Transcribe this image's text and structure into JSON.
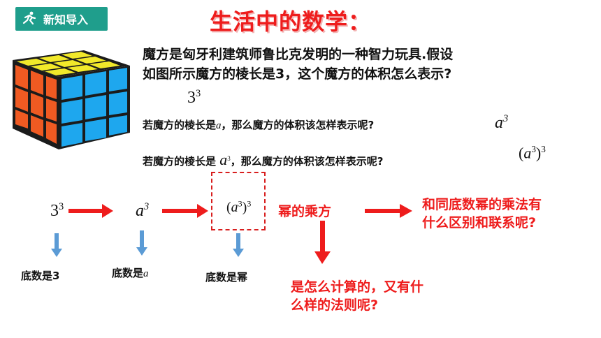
{
  "header": {
    "badge_label": "新知导入",
    "badge_icon": "runner-icon",
    "title": "生活中的数学："
  },
  "intro": {
    "line1": "魔方是匈牙利建筑师鲁比克发明的一种智力玩具.假设",
    "line2_a": "如图所示魔方的棱长是3，这个魔方的体积怎么表示?",
    "answer1_base": "3",
    "answer1_exp": "3"
  },
  "questions": {
    "q1_text": "若魔方的棱长是",
    "q1_var": "a",
    "q1_tail": "，那么魔方的体积该怎样表示呢?",
    "q1_ans_base": "a",
    "q1_ans_exp": "3",
    "q2_text": "若魔方的棱长是",
    "q2_base": "a",
    "q2_exp": "3",
    "q2_tail": "，那么魔方的体积该怎样表示呢?",
    "q2_ans_inner": "a",
    "q2_ans_inner_exp": "3",
    "q2_ans_outer_exp": "3"
  },
  "flow": {
    "e1_base": "3",
    "e1_exp": "3",
    "e2_base": "a",
    "e2_exp": "3",
    "e3_inner": "a",
    "e3_inner_exp": "3",
    "e3_outer_exp": "3",
    "power_of_power": "幂的乘方",
    "question_compare_1": "和同底数幂的乘法有",
    "question_compare_2": "什么区别和联系呢?",
    "question_rule_1": "是怎么计算的，又有什",
    "question_rule_2": "么样的法则呢?",
    "label1": "底数是3",
    "label2_text": "底数是",
    "label2_var": "a",
    "label3": "底数是幂"
  },
  "colors": {
    "accent_red": "#ee1c1c",
    "badge_teal": "#1f9e8c",
    "arrow_blue": "#5b9bd5"
  }
}
